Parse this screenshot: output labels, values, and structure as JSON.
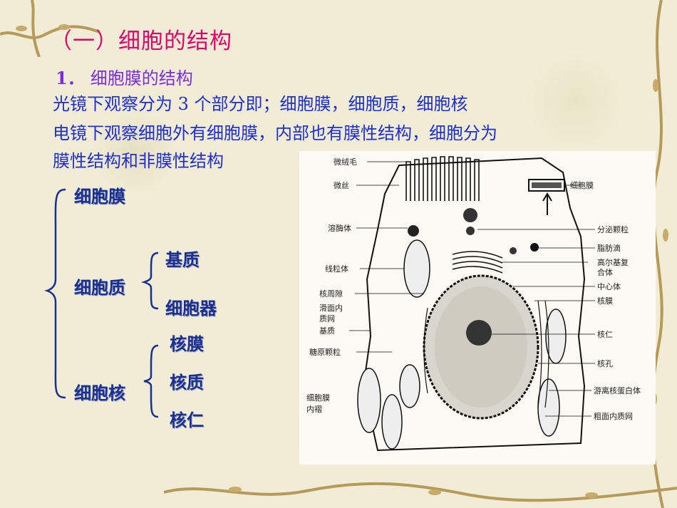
{
  "slide": {
    "title": "（一）细胞的结构",
    "subtitle_num": "1．",
    "subtitle": "细胞膜的结构",
    "line1": "光镜下观察分为 3 个部分即；细胞膜，细胞质，细胞核",
    "line2": "电镜下观察细胞外有细胞膜，内部也有膜性结构，细胞分为",
    "line3": "膜性结构和非膜性结构"
  },
  "tree": {
    "membrane": "细胞膜",
    "cytoplasm": "细胞质",
    "matrix": "基质",
    "organelle": "细胞器",
    "nucleus": "细胞核",
    "nuclear_membrane": "核膜",
    "nucleoplasm": "核质",
    "nucleolus": "核仁"
  },
  "diagram": {
    "left_labels": [
      "微绒毛",
      "微丝",
      "溶酶体",
      "线粒体",
      "核周隙",
      "滑面内",
      "质网",
      "基质",
      "糖原颗粒",
      "细胞膜",
      "内褶"
    ],
    "right_labels": [
      "细胞膜",
      "分泌颗粒",
      "脂肪滴",
      "高尔基复",
      "合体",
      "中心体",
      "核膜",
      "核仁",
      "核孔",
      "游离核蛋白体",
      "粗面内质网"
    ]
  }
}
